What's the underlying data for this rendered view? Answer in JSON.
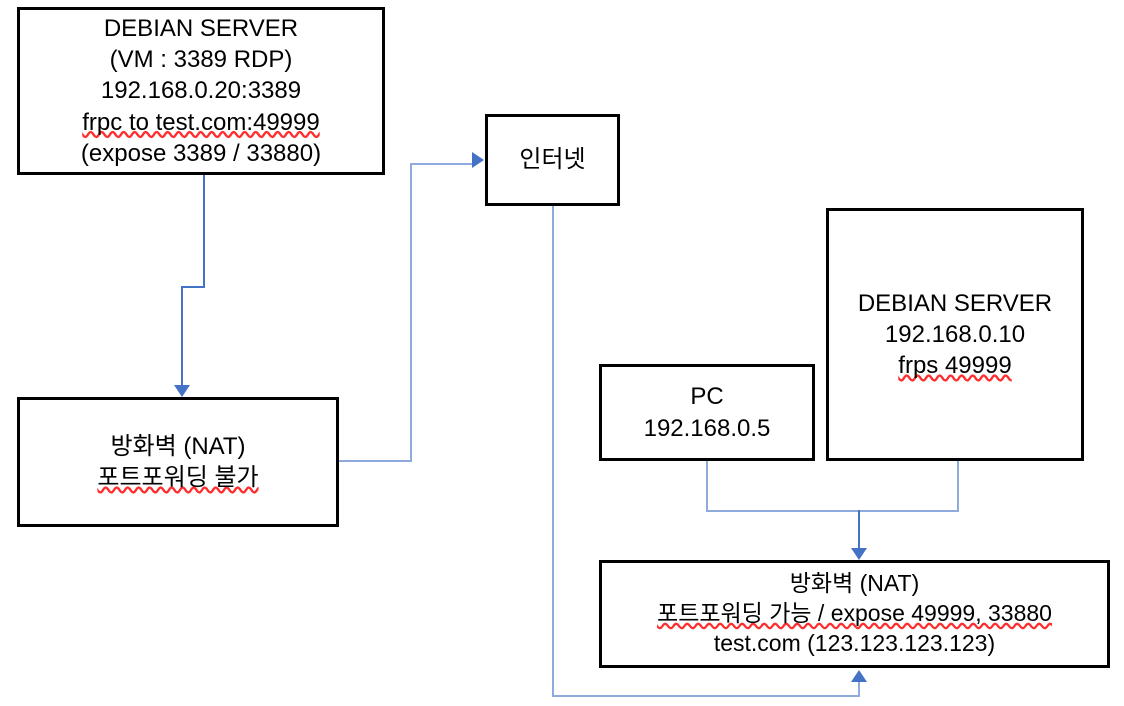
{
  "diagram": {
    "type": "network-topology",
    "background": "#ffffff",
    "box_border_color": "#000000",
    "connector_colors": {
      "primary": "#4472c4",
      "secondary": "#8faadc"
    },
    "spellcheck_underline_color": "#ff2d2d"
  },
  "nodes": {
    "debian_vm": {
      "name": "DEBIAN SERVER (VM)",
      "lines": [
        "DEBIAN SERVER",
        "(VM : 3389 RDP)",
        "192.168.0.20:3389",
        "frpc to test.com:49999",
        "(expose 3389 / 33880)"
      ]
    },
    "internet": {
      "name": "Internet",
      "lines": [
        "인터넷"
      ]
    },
    "firewall_left": {
      "name": "Firewall NAT (no port forwarding)",
      "lines": [
        "방화벽 (NAT)",
        "포트포워딩 불가"
      ]
    },
    "debian_frps": {
      "name": "DEBIAN SERVER frps",
      "lines": [
        "DEBIAN SERVER",
        "192.168.0.10",
        "frps 49999"
      ]
    },
    "pc": {
      "name": "PC",
      "lines": [
        "PC",
        "192.168.0.5"
      ]
    },
    "firewall_right": {
      "name": "Firewall NAT (port forwarding available)",
      "lines": [
        "방화벽 (NAT)",
        "포트포워딩 가능 / expose 49999, 33880",
        "test.com (123.123.123.123)"
      ]
    }
  },
  "edges": [
    {
      "from": "debian_vm",
      "to": "firewall_left",
      "style": "elbow-down",
      "color": "#4472c4"
    },
    {
      "from": "firewall_left",
      "to": "internet",
      "style": "elbow-up-right",
      "color": "#8faadc"
    },
    {
      "from": "internet",
      "to": "firewall_right",
      "style": "elbow-down-right",
      "color": "#8faadc"
    },
    {
      "from": "pc",
      "to": "firewall_right",
      "style": "elbow-down-right",
      "color": "#8faadc"
    },
    {
      "from": "debian_frps",
      "to": "firewall_right",
      "style": "elbow-down-left",
      "color": "#8faadc"
    }
  ]
}
